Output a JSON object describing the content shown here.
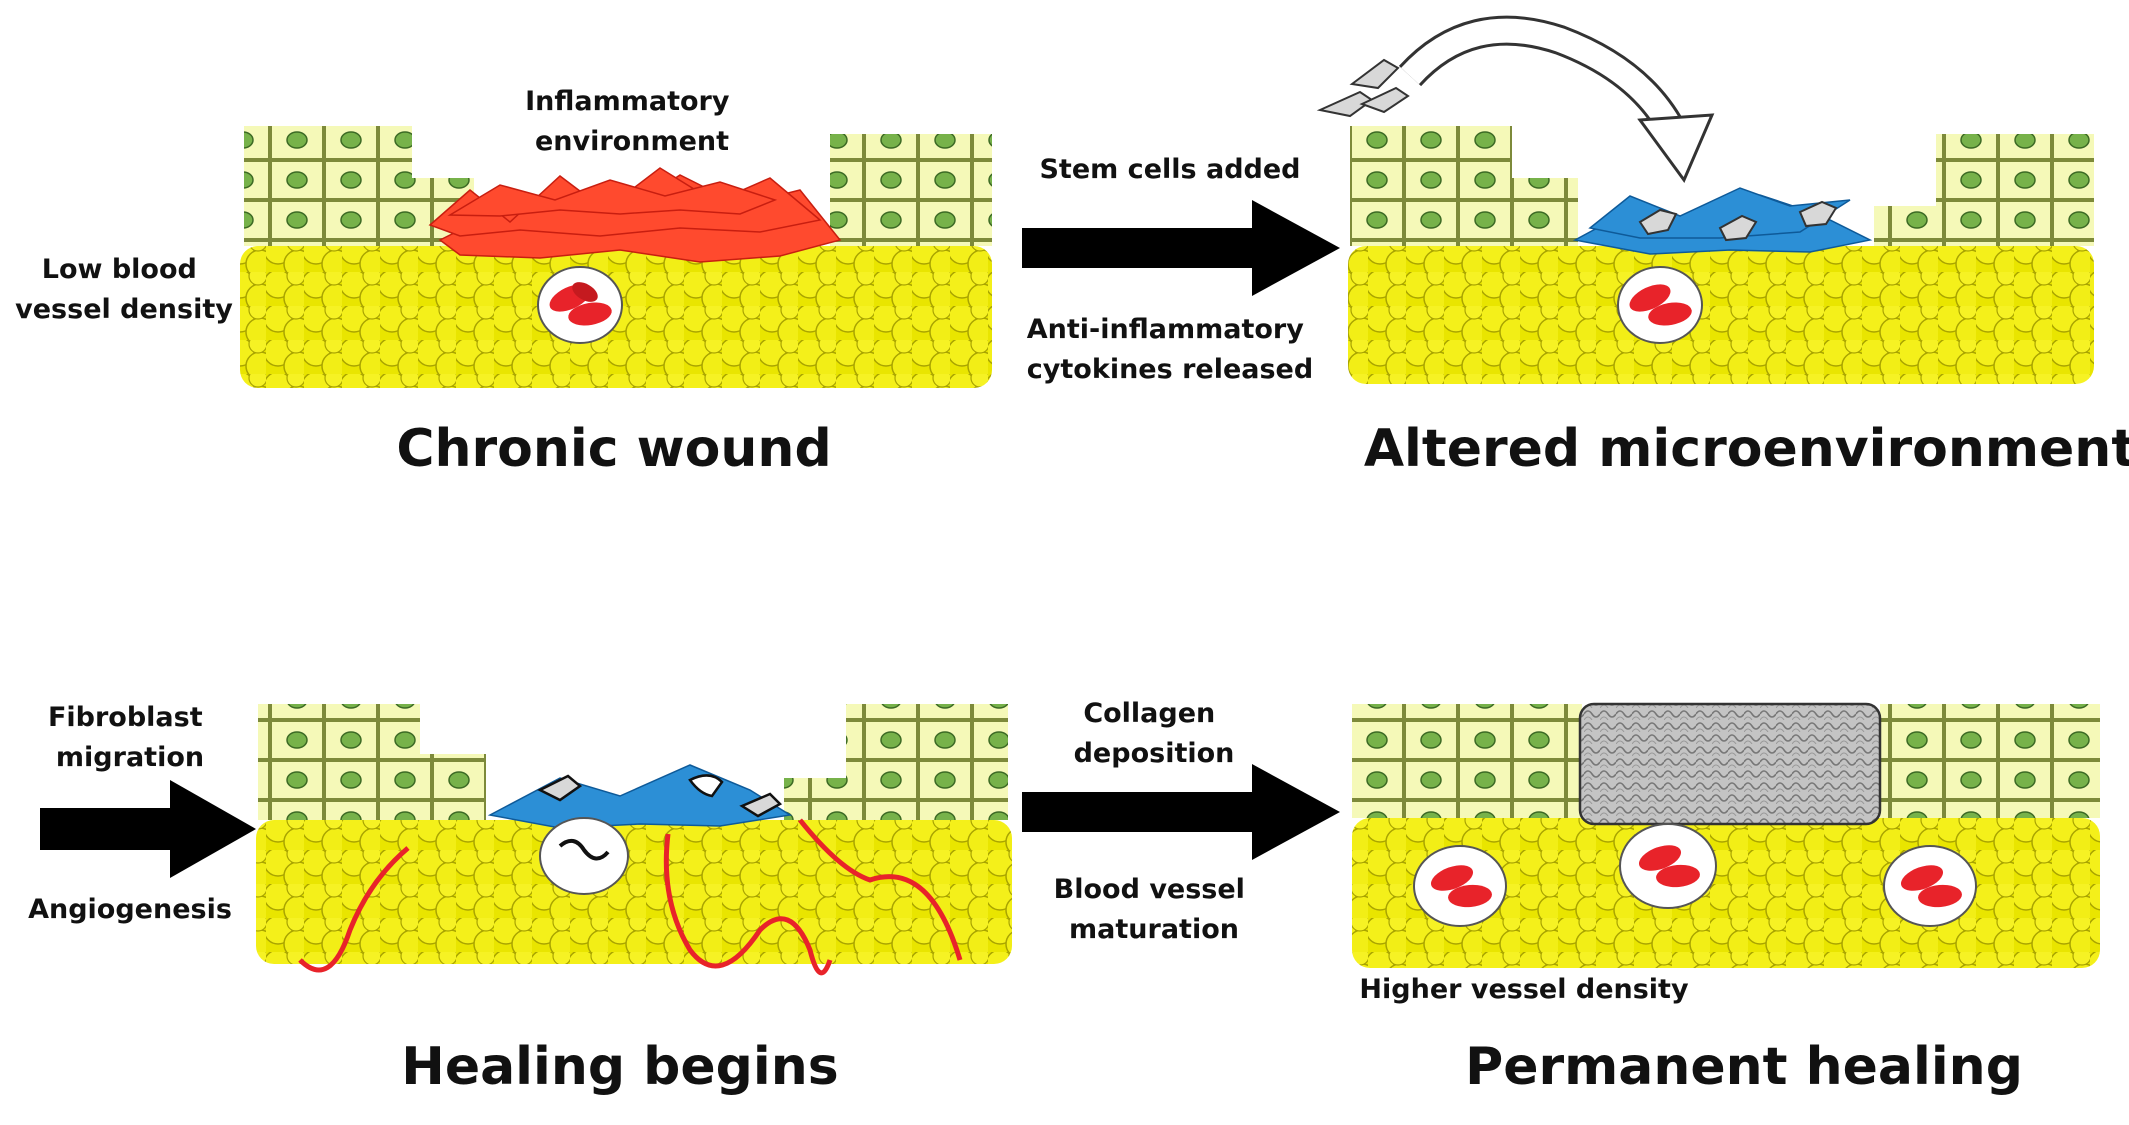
{
  "panels": {
    "chronic": {
      "title": "Chronic wound",
      "left_note": [
        "Low blood",
        "vessel density"
      ],
      "top_note": [
        "Inflammatory",
        "environment"
      ]
    },
    "altered": {
      "title": "Altered microenvironment"
    },
    "healing": {
      "title": "Healing begins",
      "left_note_top": [
        "Fibroblast",
        "migration"
      ],
      "left_note_bottom": "Angiogenesis"
    },
    "permanent": {
      "title": "Permanent healing",
      "bottom_note": "Higher vessel density"
    }
  },
  "arrows": {
    "top": {
      "above": "Stem cells added",
      "below": [
        "Anti-inflammatory",
        "cytokines released"
      ]
    },
    "bottom": {
      "above": [
        "Collagen",
        "deposition"
      ],
      "below": [
        "Blood vessel",
        "maturation"
      ]
    }
  },
  "colors": {
    "epidermis": "#f5f9b8",
    "nucleus": "#77b24a",
    "dermis": "#f2ee16",
    "inflammation": "#ff4a2e",
    "stem_cells": "#2c8fd6",
    "blood": "#e8232a",
    "collagen": "#bdbdbd",
    "arrow": "#000000"
  }
}
